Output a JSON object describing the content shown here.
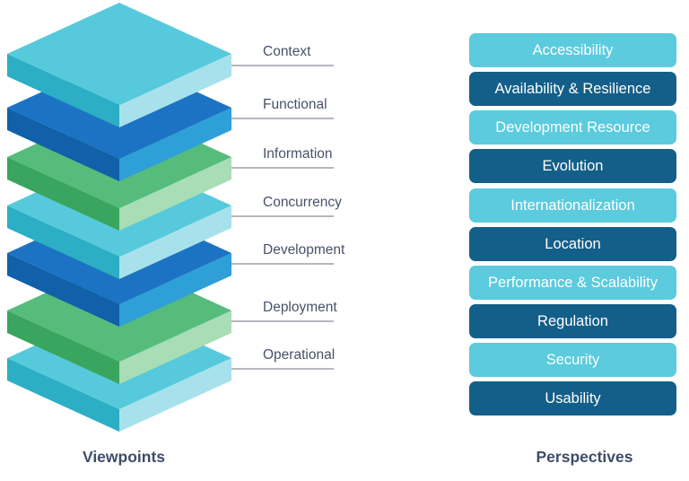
{
  "viewpoints": {
    "title": "Viewpoints",
    "layers": [
      {
        "label": "Context",
        "color": "cyan"
      },
      {
        "label": "Functional",
        "color": "blue"
      },
      {
        "label": "Information",
        "color": "green"
      },
      {
        "label": "Concurrency",
        "color": "cyan"
      },
      {
        "label": "Development",
        "color": "blue"
      },
      {
        "label": "Deployment",
        "color": "green"
      },
      {
        "label": "Operational",
        "color": "cyan"
      }
    ],
    "palette": {
      "cyan": {
        "top": "#56CADC",
        "left": "#2CAEC4",
        "right": "#A7E2EC"
      },
      "blue": {
        "top": "#1C73C3",
        "left": "#1160A9",
        "right": "#2F9FD8"
      },
      "green": {
        "top": "#55BC7C",
        "left": "#3AA55E",
        "right": "#A8DDB6"
      }
    }
  },
  "perspectives": {
    "title": "Perspectives",
    "items": [
      {
        "label": "Accessibility",
        "variant": "light"
      },
      {
        "label": "Availability & Resilience",
        "variant": "dark"
      },
      {
        "label": "Development Resource",
        "variant": "light"
      },
      {
        "label": "Evolution",
        "variant": "dark"
      },
      {
        "label": "Internationalization",
        "variant": "light"
      },
      {
        "label": "Location",
        "variant": "dark"
      },
      {
        "label": "Performance & Scalability",
        "variant": "light"
      },
      {
        "label": "Regulation",
        "variant": "dark"
      },
      {
        "label": "Security",
        "variant": "light"
      },
      {
        "label": "Usability",
        "variant": "dark"
      }
    ],
    "colors": {
      "light": "#5BCBDD",
      "dark": "#135F89",
      "text": "#FFFFFF"
    }
  },
  "styles": {
    "label_color": "#475266",
    "title_color": "#3D4D69",
    "line_color": "#B4B8BF",
    "background": "#FFFFFF"
  }
}
